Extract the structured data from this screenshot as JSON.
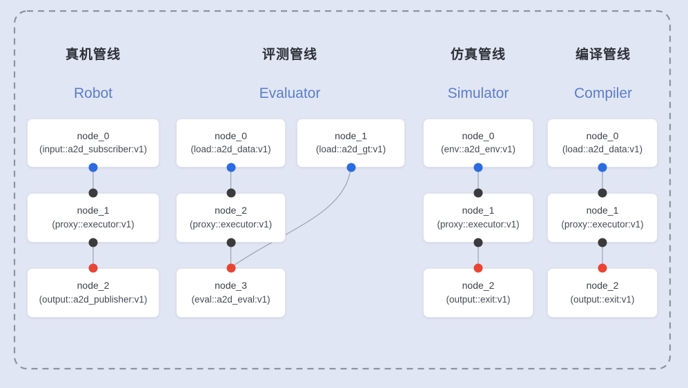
{
  "canvas": {
    "background_color": "#e1e6f4",
    "dashed_border_color": "#8c939e"
  },
  "colors": {
    "port_output_blue": "#2c6be0",
    "port_mid_black": "#3b3b3d",
    "port_input_red": "#ea4334",
    "pipeline_name_blue": "#5b7dc8",
    "pipeline_title_dark": "#2b2f36",
    "wire_gray": "#9aa2b1"
  },
  "pipelines": [
    {
      "title_zh": "真机管线",
      "name_en": "Robot",
      "nodes": [
        {
          "title": "node_0",
          "subtitle": "(input::a2d_subscriber:v1)"
        },
        {
          "title": "node_1",
          "subtitle": "(proxy::executor:v1)"
        },
        {
          "title": "node_2",
          "subtitle": "(output::a2d_publisher:v1)"
        }
      ]
    },
    {
      "title_zh": "评测管线",
      "name_en": "Evaluator",
      "nodes": [
        {
          "title": "node_0",
          "subtitle": "(load::a2d_data:v1)"
        },
        {
          "title": "node_1",
          "subtitle": "(load::a2d_gt:v1)"
        },
        {
          "title": "node_2",
          "subtitle": "(proxy::executor:v1)"
        },
        {
          "title": "node_3",
          "subtitle": "(eval::a2d_eval:v1)"
        }
      ]
    },
    {
      "title_zh": "仿真管线",
      "name_en": "Simulator",
      "nodes": [
        {
          "title": "node_0",
          "subtitle": "(env::a2d_env:v1)"
        },
        {
          "title": "node_1",
          "subtitle": "(proxy::executor:v1)"
        },
        {
          "title": "node_2",
          "subtitle": "(output::exit:v1)"
        }
      ]
    },
    {
      "title_zh": "编译管线",
      "name_en": "Compiler",
      "nodes": [
        {
          "title": "node_0",
          "subtitle": "(load::a2d_data:v1)"
        },
        {
          "title": "node_1",
          "subtitle": "(proxy::executor:v1)"
        },
        {
          "title": "node_2",
          "subtitle": "(output::exit:v1)"
        }
      ]
    }
  ]
}
